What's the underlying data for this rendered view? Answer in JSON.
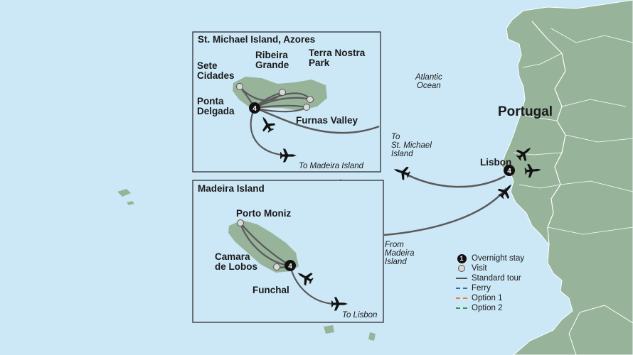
{
  "map": {
    "insets": {
      "azores_title": "St. Michael Island, Azores",
      "madeira_title": "Madeira Island"
    },
    "places": {
      "sete_cidades": [
        "Sete",
        "Cidades"
      ],
      "ribeira_grande": [
        "Ribeira",
        "Grande"
      ],
      "terra_nostra": [
        "Terra Nostra",
        "Park"
      ],
      "ponta_delgada": [
        "Ponta",
        "Delgada"
      ],
      "furnas_valley": "Furnas Valley",
      "porto_moniz": "Porto Moniz",
      "camara_de_lobos": [
        "Camara",
        "de Lobos"
      ],
      "funchal": "Funchal",
      "lisbon": "Lisbon"
    },
    "overnight_counts": {
      "ponta_delgada": "4",
      "funchal": "4",
      "lisbon": "4"
    },
    "routes": {
      "to_madeira": "To Madeira Island",
      "to_lisbon": "To Lisbon",
      "to_st_michael": [
        "To",
        "St. Michael",
        "Island"
      ],
      "from_madeira": [
        "From",
        "Madeira",
        "Island"
      ]
    },
    "country": "Portugal",
    "ocean": [
      "Atlantic",
      "Ocean"
    ],
    "colors": {
      "sea": "#cce7f6",
      "land": "#97b49b",
      "land_stroke": "#ffffff",
      "route": "#5a5a5a",
      "overnight": "#111111",
      "visit": "#d9d9d9"
    }
  },
  "legend": {
    "overnight": {
      "label": "Overnight stay",
      "symbol_number": "1"
    },
    "visit": {
      "label": "Visit"
    },
    "standard": {
      "label": "Standard tour",
      "color": "#555555"
    },
    "ferry": {
      "label": "Ferry",
      "color": "#2b6fb5"
    },
    "option1": {
      "label": "Option 1",
      "color": "#e77c2d"
    },
    "option2": {
      "label": "Option 2",
      "color": "#2f9a4a"
    }
  }
}
